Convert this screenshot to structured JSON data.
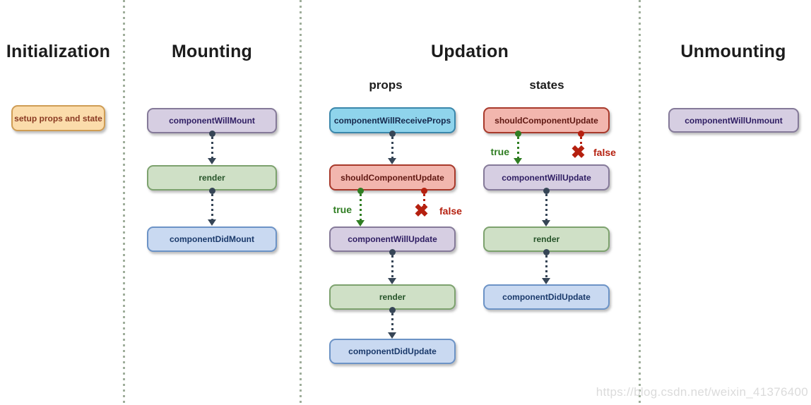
{
  "sections": [
    {
      "title": "Initialization"
    },
    {
      "title": "Mounting"
    },
    {
      "title": "Updation"
    },
    {
      "title": "Unmounting"
    }
  ],
  "updation_columns": {
    "props": "props",
    "states": "states"
  },
  "boxes": {
    "setup_props_and_state": "setup props and state",
    "componentWillMount": "componentWillMount",
    "render": "render",
    "componentDidMount": "componentDidMount",
    "componentWillReceiveProps": "componentWillReceiveProps",
    "shouldComponentUpdate": "shouldComponentUpdate",
    "componentWillUpdate": "componentWillUpdate",
    "componentDidUpdate": "componentDidUpdate",
    "componentWillUnmount": "componentWillUnmount"
  },
  "branch": {
    "true_label": "true",
    "false_label": "false",
    "false_icon": "✖"
  },
  "watermark": "https://blog.csdn.net/weixin_41376400",
  "colors": {
    "orange_bg": "#fbdcab",
    "orange_border": "#cf9d55",
    "orange_text": "#8a3a22",
    "purple_bg": "#d6cee2",
    "purple_border": "#857a99",
    "purple_text": "#2f1e63",
    "green_bg": "#cfe0c6",
    "green_border": "#7da26e",
    "green_text": "#27542a",
    "blue_bg": "#c9d9f1",
    "blue_border": "#6c93c6",
    "blue_text": "#1b3a6b",
    "skyblue_bg": "#8fd4ec",
    "skyblue_border": "#3a87ab",
    "skyblue_text": "#16294d",
    "red_bg": "#f2b6ae",
    "red_border": "#a8392b",
    "red_text": "#601812",
    "arrow": "#364556",
    "true_green": "#2f7d22",
    "false_red": "#b5200f",
    "divider": "#9fae9b",
    "watermark_gray": "#dbdbdb"
  }
}
